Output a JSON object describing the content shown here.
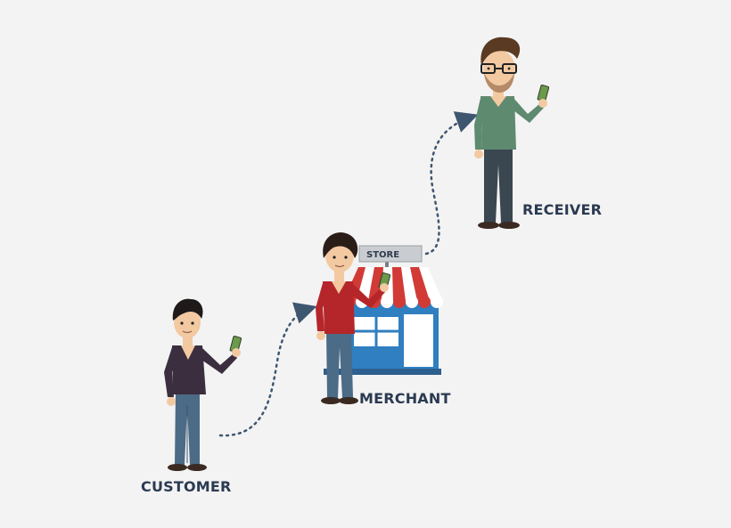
{
  "labels": {
    "customer": "CUSTOMER",
    "merchant": "MERCHANT",
    "receiver": "RECEIVER",
    "store_sign": "STORE"
  },
  "colors": {
    "background": "#f3f3f3",
    "label_text": "#2b3a52",
    "arrow": "#3f5670",
    "customer_shirt": "#3a2e3f",
    "merchant_shirt": "#b5262a",
    "receiver_shirt": "#5e8a70",
    "jeans": "#4b6b86",
    "store_blue": "#2f7fc1",
    "awning_red": "#d23a36",
    "money_green": "#6b9a4a"
  },
  "icons": [
    "customer-figure",
    "merchant-figure",
    "receiver-figure",
    "store-icon",
    "phone-money-icon",
    "dotted-arrow"
  ]
}
